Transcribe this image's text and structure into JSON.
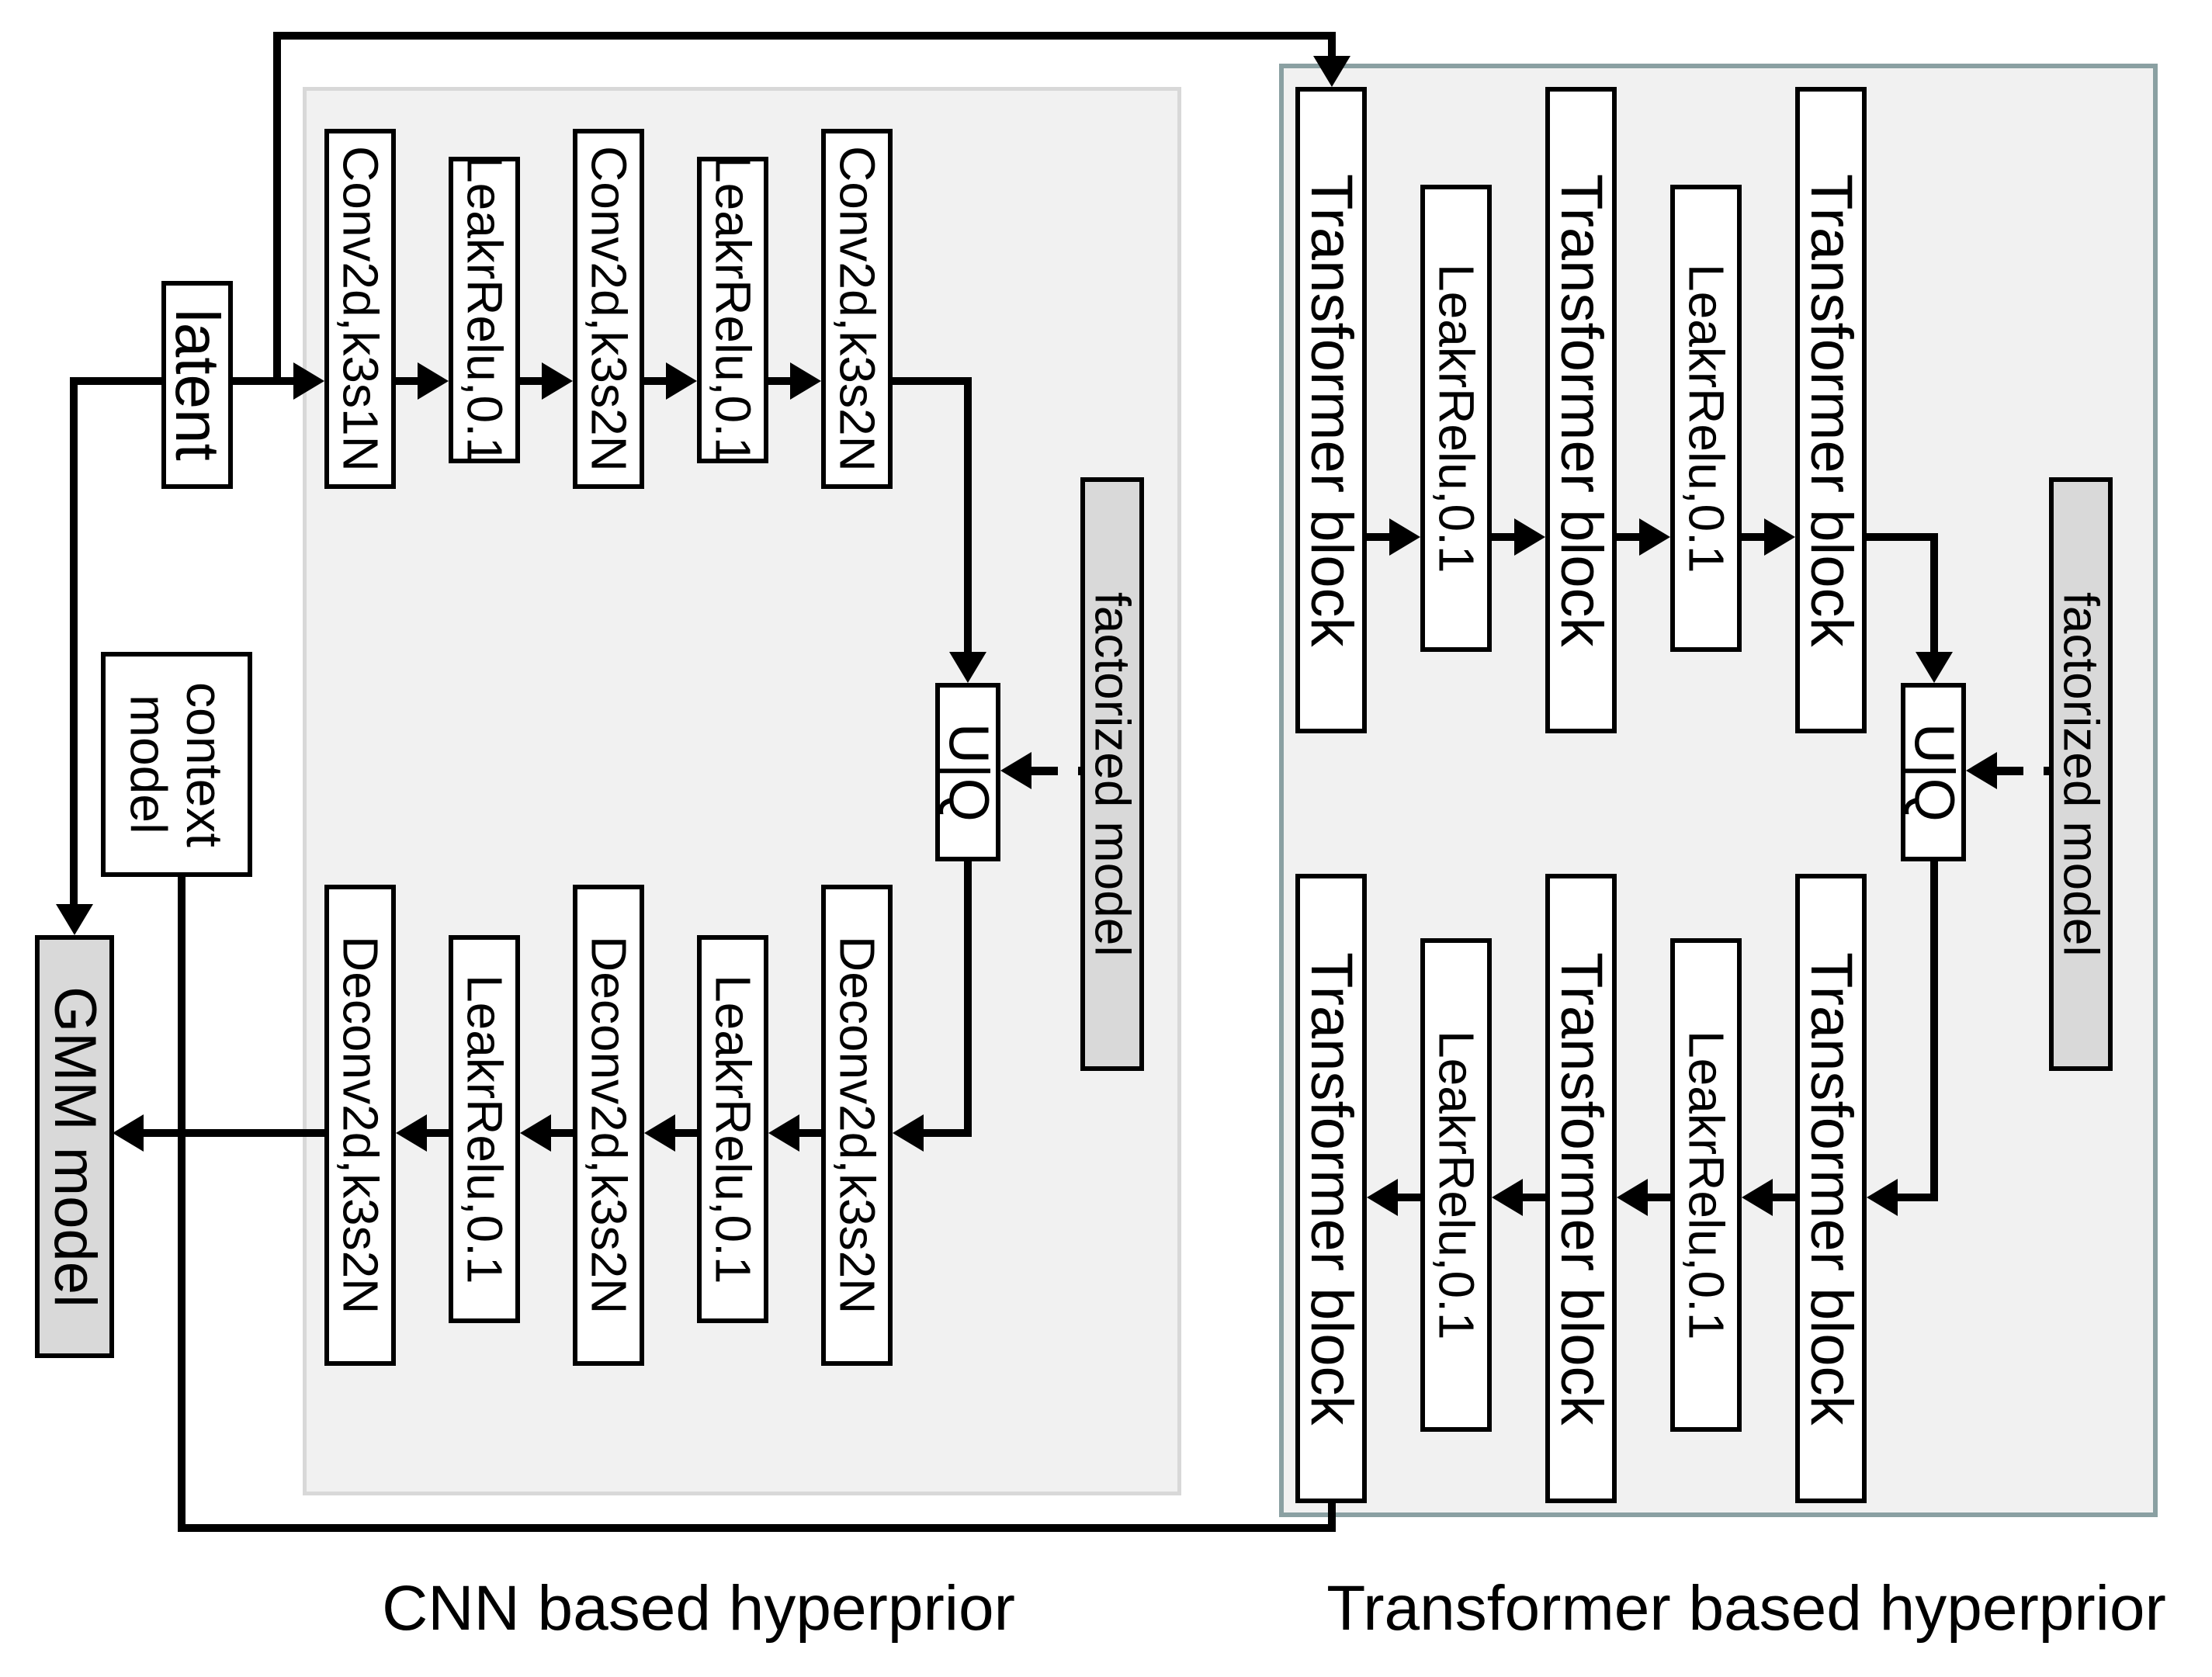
{
  "diagram": {
    "latent_label": "latent",
    "context_model_label": "context\nmodel",
    "gmm_model_label": "GMM model",
    "cnn": {
      "title": "CNN based hyperprior",
      "top_row": [
        "Conv2d,k3s1N",
        "LeakrRelu,0.1",
        "Conv2d,k3s2N",
        "LeakrRelu,0.1",
        "Conv2d,k3s2N"
      ],
      "bottom_row": [
        "Deconv2d,k3s2N",
        "LeakrRelu,0.1",
        "Deconv2d,k3s2N",
        "LeakrRelu,0.1",
        "Deconv2d,k3s2N"
      ],
      "uq_label": "U|Q",
      "factorized_label": "factorized model"
    },
    "transformer": {
      "title": "Transformer based hyperprior",
      "top_row": [
        "Transformer block",
        "LeakrRelu,0.1",
        "Transformer block",
        "LeakrRelu,0.1",
        "Transformer block"
      ],
      "bottom_row": [
        "Transformer block",
        "LeakrRelu,0.1",
        "Transformer block",
        "LeakrRelu,0.1",
        "Transformer block"
      ],
      "uq_label": "U|Q",
      "factorized_label": "factorized model"
    },
    "colors": {
      "background": "#ffffff",
      "panel_fill": "#f1f1f1",
      "cnn_panel_border": "#d8d8d8",
      "transformer_panel_border": "#8aa0a2",
      "gray_box_fill": "#d9d9d9",
      "line": "#000000"
    }
  }
}
